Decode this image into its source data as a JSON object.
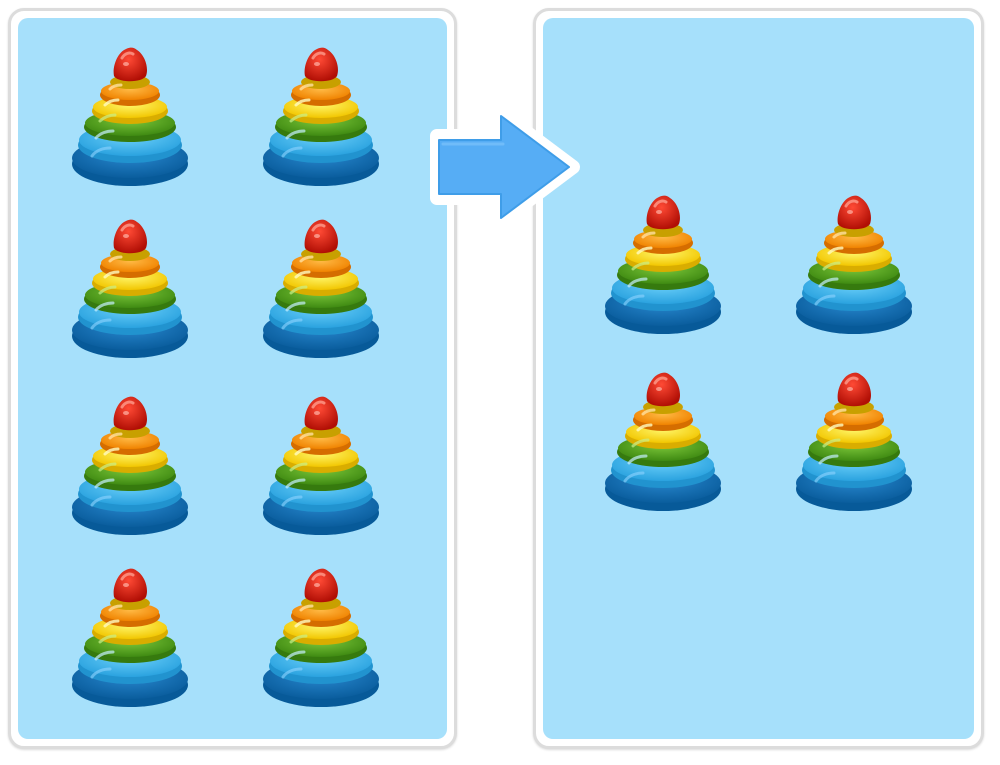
{
  "colors": {
    "panel_background": "#a6e0fb",
    "panel_border": "#dcdcdc",
    "arrow_fill": "#56adf5",
    "arrow_outline": "#ffffff",
    "ring_colors": [
      "#0f6cb4",
      "#3fb6ec",
      "#5aa91e",
      "#ffe11a",
      "#ff9b0d",
      "#e3200e"
    ]
  },
  "before": {
    "label": "",
    "item_icon": "ring-stacking-pyramid-toy",
    "count": 8
  },
  "after": {
    "label": "",
    "item_icon": "ring-stacking-pyramid-toy",
    "count": 4
  },
  "transition_icon": "right-arrow"
}
